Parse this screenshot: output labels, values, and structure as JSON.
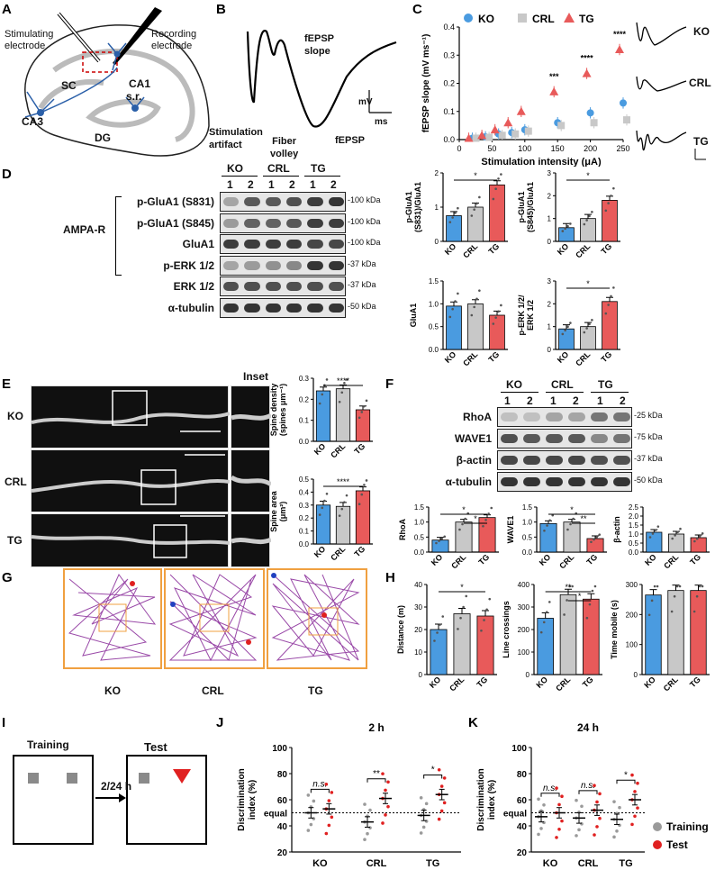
{
  "panels": {
    "A": "A",
    "B": "B",
    "C": "C",
    "D": "D",
    "E": "E",
    "F": "F",
    "G": "G",
    "H": "H",
    "I": "I",
    "J": "J",
    "K": "K"
  },
  "panelA": {
    "stim": "Stimulating\nelectrode",
    "rec": "Recording\nelectrode",
    "ca1": "CA1",
    "sc": "SC",
    "sr": "s.r.",
    "ca3": "CA3",
    "dg": "DG"
  },
  "panelB": {
    "slope": "fEPSP\nslope",
    "artifact": "Stimulation\nartifact",
    "volley": "Fiber\nvolley",
    "fepsp": "fEPSP",
    "mv": "mV",
    "ms": "ms"
  },
  "panelC": {
    "legend": [
      "KO",
      "CRL",
      "TG"
    ],
    "traces": [
      "KO",
      "CRL",
      "TG"
    ],
    "stars": [
      "***",
      "****",
      "****"
    ]
  },
  "panelD": {
    "groups": [
      "KO",
      "CRL",
      "TG"
    ],
    "lanes": [
      "1",
      "2",
      "1",
      "2",
      "1",
      "2"
    ],
    "ampa": "AMPA-R",
    "rows": [
      {
        "name": "p-GluA1 (S831)",
        "kda": "100 kDa"
      },
      {
        "name": "p-GluA1 (S845)",
        "kda": "100 kDa"
      },
      {
        "name": "GluA1",
        "kda": "100 kDa"
      },
      {
        "name": "p-ERK 1/2",
        "kda": "37 kDa"
      },
      {
        "name": "ERK 1/2",
        "kda": "37 kDa"
      },
      {
        "name": "α-tubulin",
        "kda": "50 kDa"
      }
    ]
  },
  "panelE": {
    "inset": "Inset",
    "rows": [
      "KO",
      "CRL",
      "TG"
    ]
  },
  "panelF": {
    "groups": [
      "KO",
      "CRL",
      "TG"
    ],
    "lanes": [
      "1",
      "2",
      "1",
      "2",
      "1",
      "2"
    ],
    "rows": [
      {
        "name": "RhoA",
        "kda": "25 kDa"
      },
      {
        "name": "WAVE1",
        "kda": "75 kDa"
      },
      {
        "name": "β-actin",
        "kda": "37 kDa"
      },
      {
        "name": "α-tubulin",
        "kda": "50 kDa"
      }
    ]
  },
  "panelG": {
    "labels": [
      "KO",
      "CRL",
      "TG"
    ]
  },
  "panelI": {
    "training": "Training",
    "test": "Test",
    "arrow": "2/24 h"
  },
  "panelJ": {
    "title": "2 h"
  },
  "panelK": {
    "title": "24 h",
    "legend": [
      "Training",
      "Test"
    ]
  },
  "colors": {
    "KO": "#4a9be0",
    "CRL": "#c8c8c8",
    "TG": "#e85a5a",
    "path": "#9a4aa8",
    "arena": "#f0a040",
    "test": "#e02020",
    "training": "#9a9a9a"
  },
  "chart_data": [
    {
      "id": "C",
      "type": "scatter",
      "xlabel": "Stimulation intensity (μA)",
      "ylabel": "fEPSP slope (mV ms⁻¹)",
      "x": [
        20,
        40,
        60,
        80,
        100,
        150,
        200,
        250
      ],
      "xticks": [
        "0",
        "50",
        "100",
        "150",
        "200",
        "250"
      ],
      "yticks": [
        "0.0",
        "0.1",
        "0.2",
        "0.3",
        "0.4"
      ],
      "xlim": [
        0,
        250
      ],
      "ylim": [
        0,
        0.4
      ],
      "series": [
        {
          "name": "KO",
          "values": [
            0.005,
            0.01,
            0.02,
            0.025,
            0.035,
            0.06,
            0.095,
            0.13
          ]
        },
        {
          "name": "CRL",
          "values": [
            0.005,
            0.008,
            0.015,
            0.02,
            0.03,
            0.05,
            0.06,
            0.07
          ]
        },
        {
          "name": "TG",
          "values": [
            0.005,
            0.015,
            0.035,
            0.06,
            0.1,
            0.17,
            0.235,
            0.32
          ]
        }
      ],
      "annotations": [
        "***",
        "****",
        "****"
      ]
    },
    {
      "id": "D1",
      "type": "bar",
      "categories": [
        "KO",
        "CRL",
        "TG"
      ],
      "values": [
        0.75,
        1.0,
        1.65
      ],
      "ylabel": "p-GluA1\n(S831)/GluA1",
      "yticks": [
        "0",
        "1",
        "2"
      ],
      "ylim": [
        0,
        2
      ],
      "sig": [
        "*"
      ]
    },
    {
      "id": "D2",
      "type": "bar",
      "categories": [
        "KO",
        "CRL",
        "TG"
      ],
      "values": [
        0.6,
        1.0,
        1.8
      ],
      "ylabel": "p-GluA1\n(S845)/GluA1",
      "yticks": [
        "0",
        "1",
        "2",
        "3"
      ],
      "ylim": [
        0,
        3
      ],
      "sig": [
        "*"
      ]
    },
    {
      "id": "D3",
      "type": "bar",
      "categories": [
        "KO",
        "CRL",
        "TG"
      ],
      "values": [
        0.95,
        1.0,
        0.75
      ],
      "ylabel": "GluA1",
      "yticks": [
        "0.0",
        "0.5",
        "1.0",
        "1.5"
      ],
      "ylim": [
        0,
        1.5
      ],
      "sig": []
    },
    {
      "id": "D4",
      "type": "bar",
      "categories": [
        "KO",
        "CRL",
        "TG"
      ],
      "values": [
        0.9,
        1.0,
        2.1
      ],
      "ylabel": "p-ERK 1/2/\nERK 1/2",
      "yticks": [
        "0",
        "1",
        "2",
        "3"
      ],
      "ylim": [
        0,
        3
      ],
      "sig": [
        "*"
      ]
    },
    {
      "id": "E1",
      "type": "bar",
      "categories": [
        "KO",
        "CRL",
        "TG"
      ],
      "values": [
        0.24,
        0.25,
        0.15
      ],
      "ylabel": "Spine density\n(spines μm⁻¹)",
      "yticks": [
        "0.0",
        "0.1",
        "0.2",
        "0.3"
      ],
      "ylim": [
        0,
        0.3
      ],
      "sig": [
        "****"
      ]
    },
    {
      "id": "E2",
      "type": "bar",
      "categories": [
        "KO",
        "CRL",
        "TG"
      ],
      "values": [
        0.3,
        0.29,
        0.41
      ],
      "ylabel": "Spine area\n(μm²)",
      "yticks": [
        "0.0",
        "0.1",
        "0.2",
        "0.3",
        "0.4",
        "0.5"
      ],
      "ylim": [
        0,
        0.5
      ],
      "sig": [
        "****"
      ]
    },
    {
      "id": "F1",
      "type": "bar",
      "categories": [
        "KO",
        "CRL",
        "TG"
      ],
      "values": [
        0.4,
        1.0,
        1.15
      ],
      "ylabel": "RhoA",
      "yticks": [
        "0.0",
        "0.5",
        "1.0",
        "1.5"
      ],
      "ylim": [
        0,
        1.5
      ],
      "sig": [
        "*",
        "*"
      ]
    },
    {
      "id": "F2",
      "type": "bar",
      "categories": [
        "KO",
        "CRL",
        "TG"
      ],
      "values": [
        0.95,
        1.0,
        0.45
      ],
      "ylabel": "WAVE1",
      "yticks": [
        "0.0",
        "0.5",
        "1.0",
        "1.5"
      ],
      "ylim": [
        0,
        1.5
      ],
      "sig": [
        "*",
        "**"
      ]
    },
    {
      "id": "F3",
      "type": "bar",
      "categories": [
        "KO",
        "CRL",
        "TG"
      ],
      "values": [
        1.1,
        1.0,
        0.8
      ],
      "ylabel": "β-actin",
      "yticks": [
        "0.0",
        "0.5",
        "1.0",
        "1.5",
        "2.0",
        "2.5"
      ],
      "ylim": [
        0,
        2.5
      ],
      "sig": []
    },
    {
      "id": "H1",
      "type": "bar",
      "categories": [
        "KO",
        "CRL",
        "TG"
      ],
      "values": [
        20,
        27,
        26
      ],
      "ylabel": "Distance (m)",
      "yticks": [
        "0",
        "10",
        "20",
        "30",
        "40"
      ],
      "ylim": [
        0,
        40
      ],
      "sig": [
        "*"
      ]
    },
    {
      "id": "H2",
      "type": "bar",
      "categories": [
        "KO",
        "CRL",
        "TG"
      ],
      "values": [
        250,
        355,
        335
      ],
      "ylabel": "Line crossings",
      "yticks": [
        "0",
        "100",
        "200",
        "300",
        "400"
      ],
      "ylim": [
        0,
        400
      ],
      "sig": [
        "**",
        "*"
      ]
    },
    {
      "id": "H3",
      "type": "bar",
      "categories": [
        "KO",
        "CRL",
        "TG"
      ],
      "values": [
        265,
        280,
        280
      ],
      "ylabel": "Time mobile (s)",
      "yticks": [
        "0",
        "100",
        "200",
        "300"
      ],
      "ylim": [
        0,
        300
      ],
      "sig": []
    },
    {
      "id": "J",
      "type": "scatter",
      "title": "2 h",
      "ylabel": "Discrimination\nindex (%)",
      "categories": [
        "KO",
        "CRL",
        "TG"
      ],
      "yticks": [
        "20",
        "40",
        "60",
        "80",
        "100"
      ],
      "ylim": [
        20,
        100
      ],
      "reference": "equal",
      "series": [
        {
          "name": "Training",
          "values": [
            50,
            43,
            48
          ]
        },
        {
          "name": "Test",
          "values": [
            53,
            61,
            64
          ]
        }
      ],
      "sig": [
        "n.s.",
        "**",
        "*"
      ]
    },
    {
      "id": "K",
      "type": "scatter",
      "title": "24 h",
      "ylabel": "Discrimination\nindex (%)",
      "categories": [
        "KO",
        "CRL",
        "TG"
      ],
      "yticks": [
        "20",
        "40",
        "60",
        "80",
        "100"
      ],
      "ylim": [
        20,
        100
      ],
      "reference": "equal",
      "series": [
        {
          "name": "Training",
          "values": [
            47,
            46,
            45
          ]
        },
        {
          "name": "Test",
          "values": [
            50,
            52,
            60
          ]
        }
      ],
      "sig": [
        "n.s.",
        "n.s.",
        "*"
      ]
    }
  ]
}
